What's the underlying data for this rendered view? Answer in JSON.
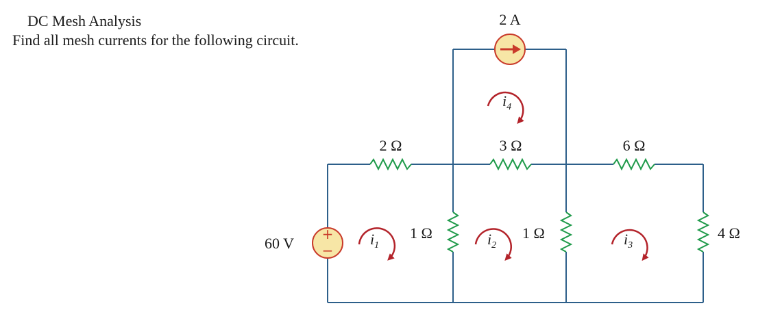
{
  "heading": "DC Mesh Analysis",
  "subheading": "Find all mesh currents for the following circuit.",
  "circuit": {
    "current_source": "2 A",
    "voltage_source": "60 V",
    "voltage_plus": "+",
    "voltage_minus": "−",
    "r_top_left": "2 Ω",
    "r_top_middle": "3 Ω",
    "r_top_right": "6 Ω",
    "r_vertical_left": "1 Ω",
    "r_vertical_middle": "1 Ω",
    "r_right": "4 Ω",
    "mesh_1_base": "i",
    "mesh_1_sub": "1",
    "mesh_2_base": "i",
    "mesh_2_sub": "2",
    "mesh_3_base": "i",
    "mesh_3_sub": "3",
    "mesh_4_base": "i",
    "mesh_4_sub": "4"
  },
  "colors": {
    "wire": "#2d5f8a",
    "resistor": "#1f9a4a",
    "source_fill": "#f7e6a6",
    "source_stroke": "#c93a2a",
    "mesh_arrow": "#b3232a"
  }
}
